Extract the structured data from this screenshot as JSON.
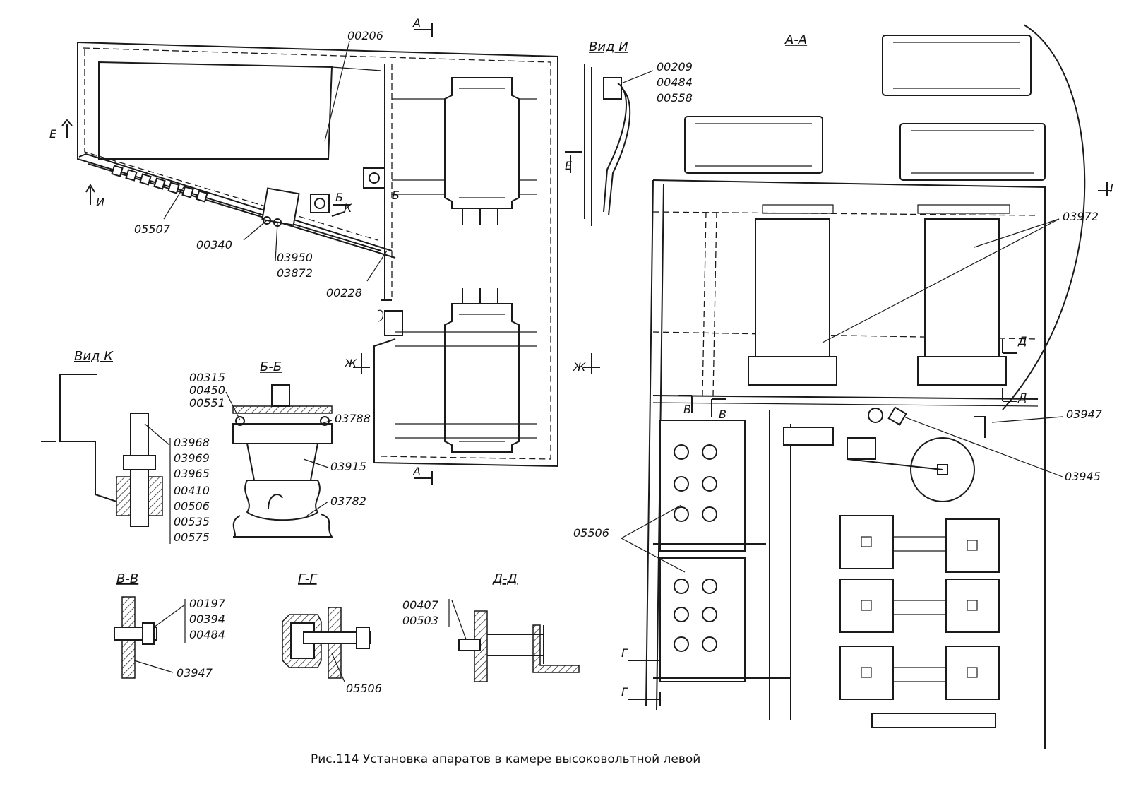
{
  "caption": "Рис.114 Установка апаратов в камере высоковольтной левой",
  "views": {
    "vid_i": "Вид И",
    "vid_k": "Вид К",
    "aa": "А-А",
    "bb": "Б-Б",
    "vv": "В-В",
    "gg": "Г-Г",
    "dd": "Д-Д"
  },
  "section_marks": {
    "a_top": "А",
    "a_bottom": "А",
    "e_left": "Е",
    "e_mid": "Е",
    "i_left": "И",
    "b1": "Б",
    "b2": "Б",
    "k": "К",
    "zh1": "Ж",
    "zh2": "Ж",
    "v1": "В",
    "v2": "В",
    "g1": "Г",
    "g2": "Г",
    "d1": "Д",
    "d2": "Д",
    "i_right": "I"
  },
  "parts": {
    "p00206": "00206",
    "p05507": "05507",
    "p00340": "00340",
    "p03950": "03950",
    "p03872": "03872",
    "p00228": "00228",
    "p00209": "00209",
    "p00484a": "00484",
    "p00558": "00558",
    "p03972": "03972",
    "p03947a": "03947",
    "p03945": "03945",
    "p05506a": "05506",
    "p00315": "00315",
    "p00450": "00450",
    "p00551": "00551",
    "p03788": "03788",
    "p03915": "03915",
    "p03782": "03782",
    "p03968": "03968",
    "p03969": "03969",
    "p03965": "03965",
    "p00410": "00410",
    "p00506": "00506",
    "p00535": "00535",
    "p00575": "00575",
    "p00197": "00197",
    "p00394": "00394",
    "p00484b": "00484",
    "p03947b": "03947",
    "p05506b": "05506",
    "p00407": "00407",
    "p00503": "00503"
  }
}
